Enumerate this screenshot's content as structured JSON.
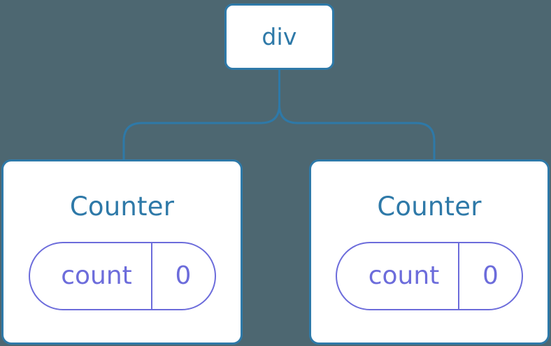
{
  "diagram": {
    "type": "component-tree",
    "background_color": "#4d6771",
    "node_border_color": "#2e79a8",
    "node_text_color": "#2e79a8",
    "state_color": "#6c6cdb",
    "root": {
      "label": "div"
    },
    "children": [
      {
        "label": "Counter",
        "state": {
          "key": "count",
          "value": "0"
        }
      },
      {
        "label": "Counter",
        "state": {
          "key": "count",
          "value": "0"
        }
      }
    ]
  }
}
